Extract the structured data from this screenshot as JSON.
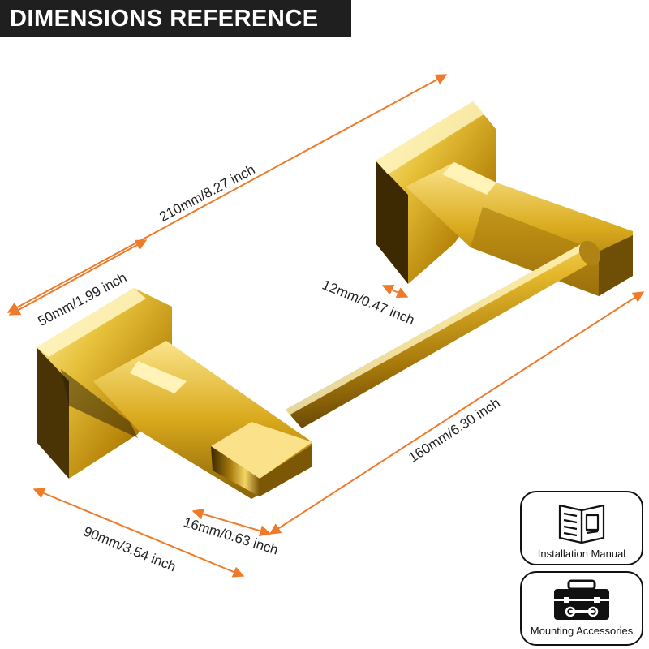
{
  "header": {
    "title": "DIMENSIONS REFERENCE"
  },
  "dimensions": {
    "overall_length": "210mm/8.27 inch",
    "base_width": "50mm/1.99 inch",
    "rod_diameter": "12mm/0.47 inch",
    "rod_length": "160mm/6.30 inch",
    "arm_thickness": "16mm/0.63 inch",
    "projection": "90mm/3.54 inch"
  },
  "cards": {
    "manual": {
      "label": "Installation Manual",
      "icon": "book-icon"
    },
    "accessories": {
      "label": "Mounting Accessories",
      "icon": "toolbox-icon"
    }
  },
  "colors": {
    "arrow": "#ee7a2a",
    "gold": "#d4af37",
    "header_bg": "#1f1f1f"
  }
}
